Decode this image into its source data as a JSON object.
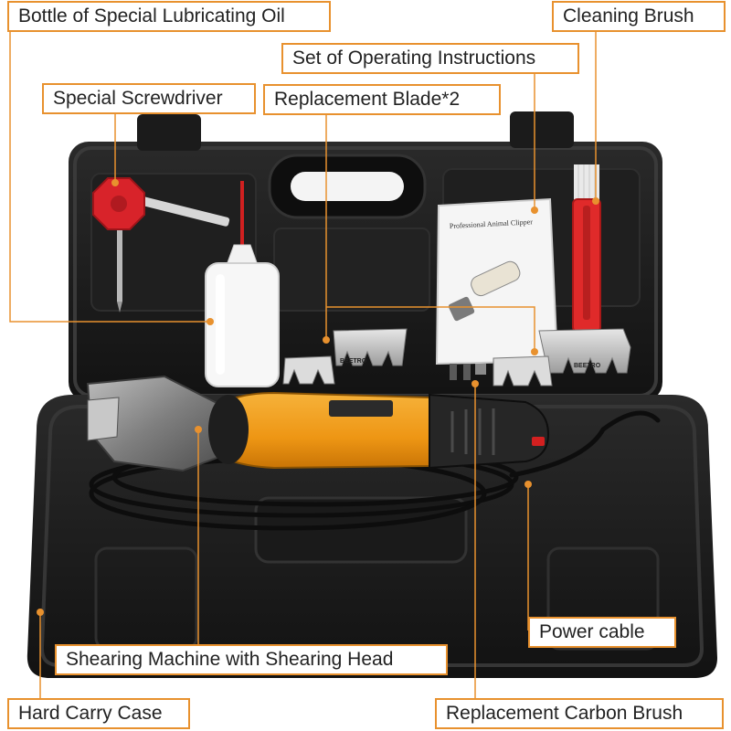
{
  "labels": {
    "lubricating_oil": "Bottle of Special Lubricating Oil",
    "cleaning_brush": "Cleaning Brush",
    "operating_instructions": "Set of Operating Instructions",
    "screwdriver": "Special Screwdriver",
    "replacement_blade": "Replacement Blade*2",
    "power_cable": "Power cable",
    "shearing_machine": "Shearing Machine with Shearing Head",
    "carry_case": "Hard Carry Case",
    "carbon_brush": "Replacement Carbon Brush"
  },
  "manual": {
    "title": "Professional Animal Clipper"
  },
  "blade_brand": "BEETRO",
  "colors": {
    "callout_border": "#e8912e",
    "callout_line": "#e8912e",
    "case": "#1c1c1c",
    "machine_body": "#f2a01e",
    "screwdriver_handle": "#d8232a",
    "brush": "#e02a2a"
  }
}
